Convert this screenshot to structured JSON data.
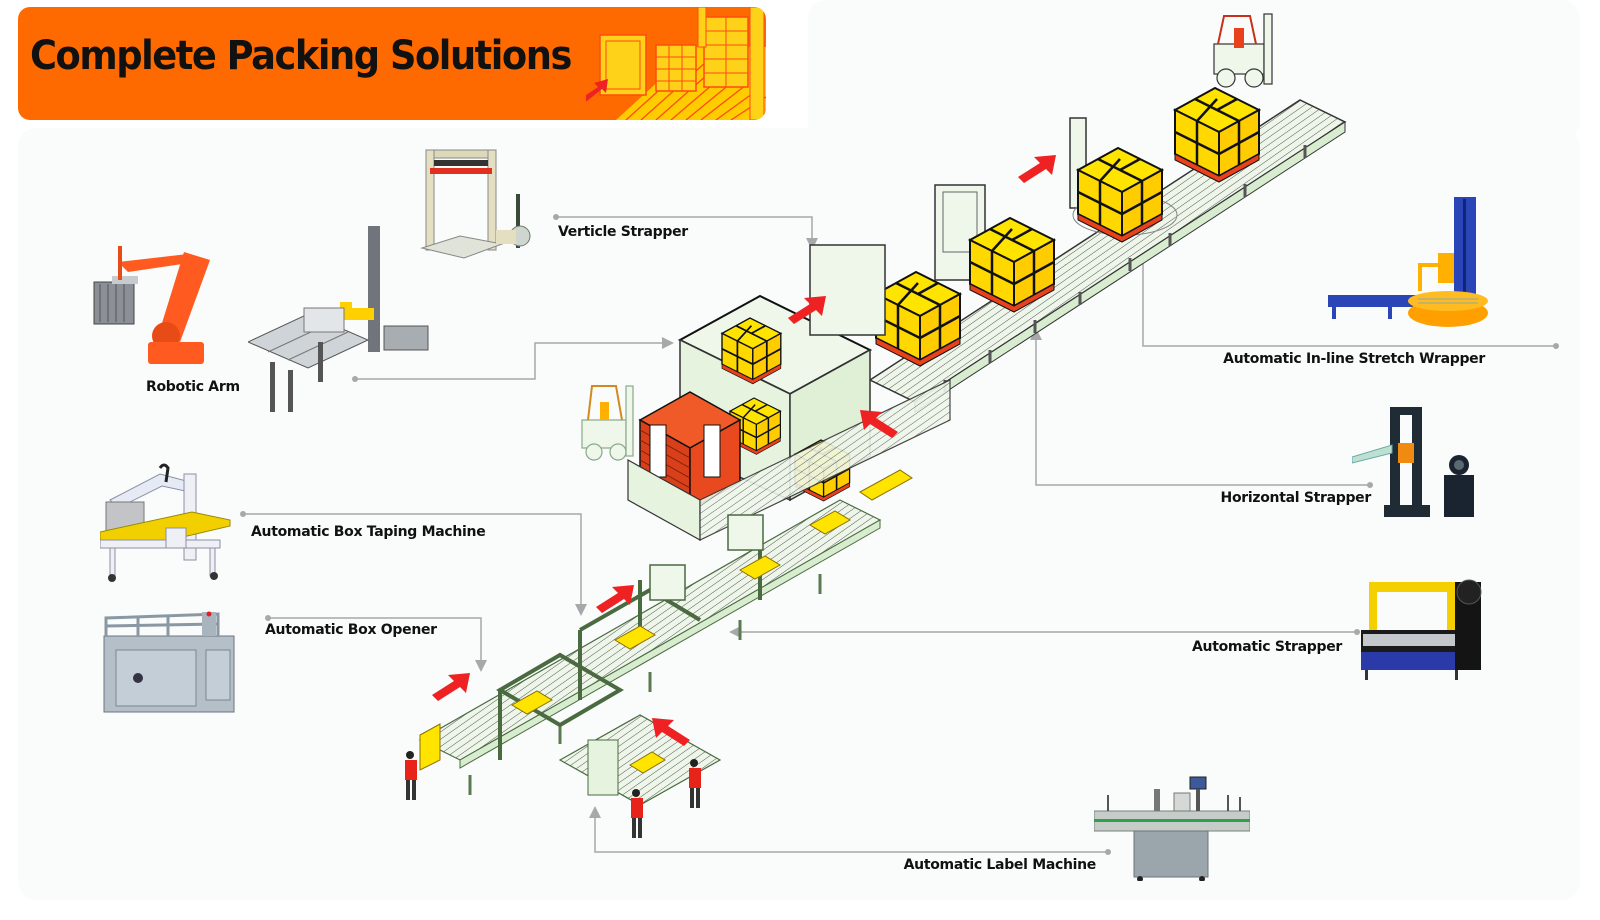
{
  "header": {
    "title": "Complete Packing Solutions"
  },
  "colors": {
    "banner": "#ff6a00",
    "panel": "#fafbfb",
    "connector": "#a6a8aa",
    "arrow": "#ee2222",
    "box": "#ffe400",
    "pallet": "#e8411c",
    "frame": "#e3f3da"
  },
  "machines": [
    {
      "id": "robotic-arm",
      "label": "Robotic Arm"
    },
    {
      "id": "verticle-strapper",
      "label": "Verticle Strapper"
    },
    {
      "id": "stretch-wrapper",
      "label": "Automatic In-line Stretch Wrapper"
    },
    {
      "id": "horizontal-strapper",
      "label": "Horizontal Strapper"
    },
    {
      "id": "box-taping",
      "label": "Automatic Box Taping Machine"
    },
    {
      "id": "box-opener",
      "label": "Automatic Box Opener"
    },
    {
      "id": "automatic-strapper",
      "label": "Automatic Strapper"
    },
    {
      "id": "label-machine",
      "label": "Automatic Label Machine"
    }
  ]
}
